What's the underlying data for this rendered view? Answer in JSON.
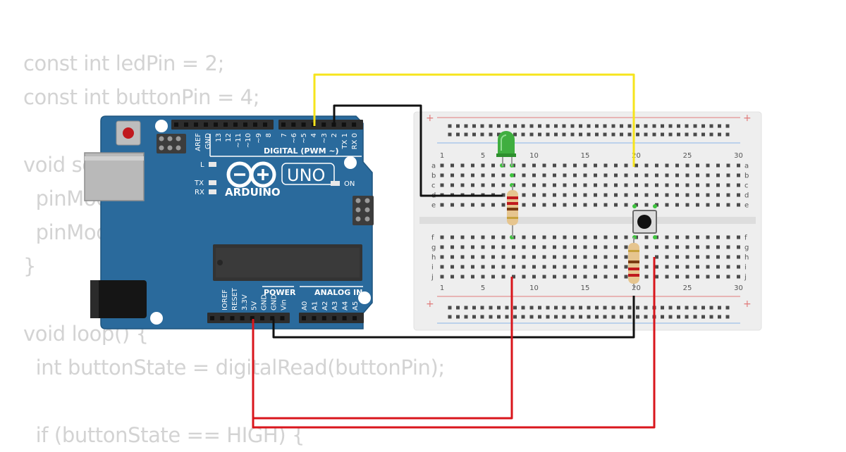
{
  "code_lines": [
    "const int ledPin = 2;",
    "const int buttonPin = 4;",
    "",
    "void setup() {",
    "  pinMode(ledPin, OUTPUT);",
    "  pinMode(buttonPin, INPUT);",
    "}",
    "",
    "void loop() {",
    "  int buttonState = digitalRead(buttonPin);",
    "",
    "  if (buttonState == HIGH) {"
  ],
  "board": {
    "logo_text": "ARDUINO",
    "model": "UNO",
    "on_label": "ON",
    "l_label": "L",
    "tx_label": "TX",
    "rx_label": "RX",
    "digital_label": "DIGITAL (PWM ~)",
    "power_label": "POWER",
    "analog_label": "ANALOG IN",
    "digital_pins": [
      "AREF",
      "GND",
      "13",
      "12",
      "~11",
      "~10",
      "~9",
      "8",
      "7",
      "~6",
      "~5",
      "4",
      "~3",
      "2",
      "TX 1",
      "RX 0"
    ],
    "power_pins": [
      "IOREF",
      "RESET",
      "3.3V",
      "5V",
      "GND",
      "GND",
      "Vin"
    ],
    "analog_pins": [
      "A0",
      "A1",
      "A2",
      "A3",
      "A4",
      "A5"
    ]
  },
  "breadboard": {
    "column_numbers": [
      "1",
      "5",
      "10",
      "15",
      "20",
      "25",
      "30"
    ],
    "row_letters_top": [
      "a",
      "b",
      "c",
      "d",
      "e"
    ],
    "row_letters_bottom": [
      "f",
      "g",
      "h",
      "i",
      "j"
    ],
    "plus_sign": "+"
  },
  "colors": {
    "board": "#2a6a9c",
    "breadboard": "#eeeeee",
    "wire_yellow": "#f6e41c",
    "wire_black": "#111111",
    "wire_red": "#d9161c",
    "led": "#3fae3f",
    "code_text": "#d3d3d3"
  }
}
